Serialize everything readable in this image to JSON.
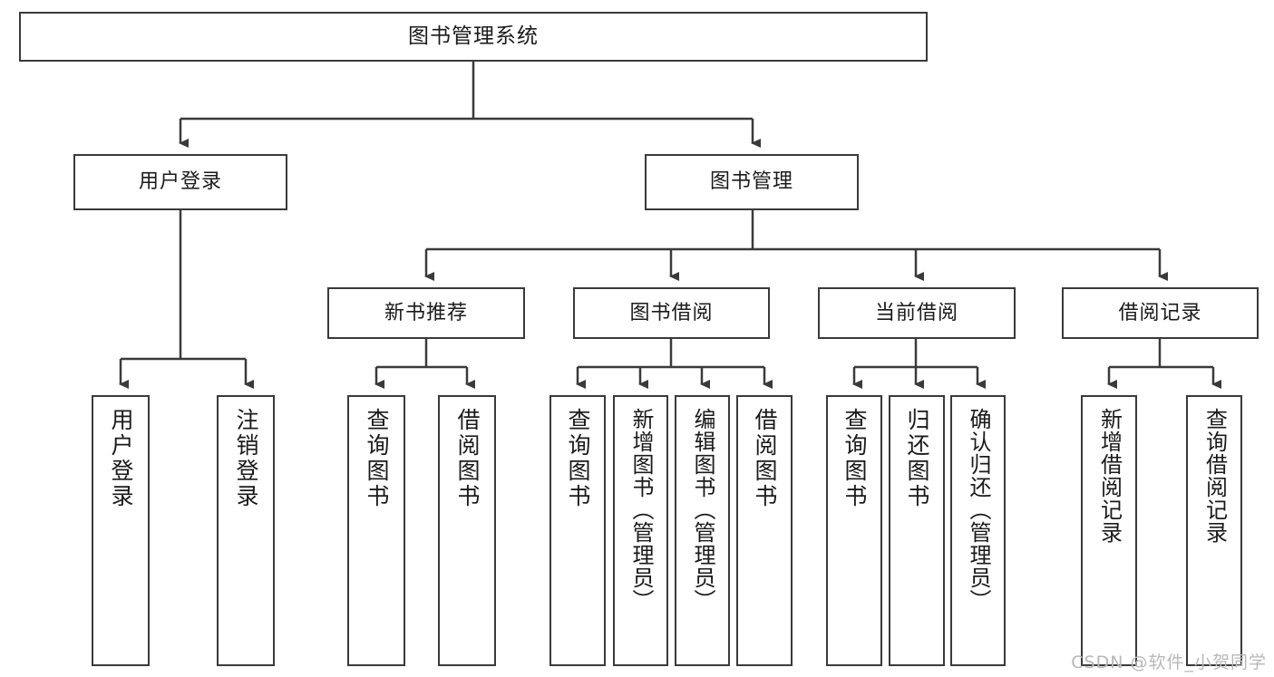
{
  "diagram": {
    "title": "图书管理系统",
    "watermark": "CSDN @软件_小贺同学",
    "colors": {
      "box_border": "#3a3a3a",
      "connector": "#3a3a3a",
      "text": "#1a1a1a",
      "background": "#ffffff",
      "watermark": "#b8b8b8"
    }
  },
  "nodes": {
    "root": {
      "label": "图书管理系统"
    },
    "level2": [
      {
        "id": "user-login",
        "label": "用户登录"
      },
      {
        "id": "book-management",
        "label": "图书管理"
      }
    ],
    "level3": [
      {
        "id": "new-book-recommend",
        "label": "新书推荐"
      },
      {
        "id": "book-borrow",
        "label": "图书借阅"
      },
      {
        "id": "current-borrow",
        "label": "当前借阅"
      },
      {
        "id": "borrow-record",
        "label": "借阅记录"
      }
    ],
    "leaves": {
      "user_login": [
        {
          "id": "leaf-user-login",
          "label": "用户登录"
        },
        {
          "id": "leaf-logout",
          "label": "注销登录"
        }
      ],
      "new_book_recommend": [
        {
          "id": "leaf-query-book-1",
          "label": "查询图书"
        },
        {
          "id": "leaf-borrow-book-1",
          "label": "借阅图书"
        }
      ],
      "book_borrow": [
        {
          "id": "leaf-query-book-2",
          "label": "查询图书"
        },
        {
          "id": "leaf-add-book",
          "label": "新增图书（管理员）"
        },
        {
          "id": "leaf-edit-book",
          "label": "编辑图书（管理员）"
        },
        {
          "id": "leaf-borrow-book-2",
          "label": "借阅图书"
        }
      ],
      "current_borrow": [
        {
          "id": "leaf-query-book-3",
          "label": "查询图书"
        },
        {
          "id": "leaf-return-book",
          "label": "归还图书"
        },
        {
          "id": "leaf-confirm-return",
          "label": "确认归还（管理员）"
        }
      ],
      "borrow_record": [
        {
          "id": "leaf-add-record",
          "label": "新增借阅记录"
        },
        {
          "id": "leaf-query-record",
          "label": "查询借阅记录"
        }
      ]
    }
  }
}
